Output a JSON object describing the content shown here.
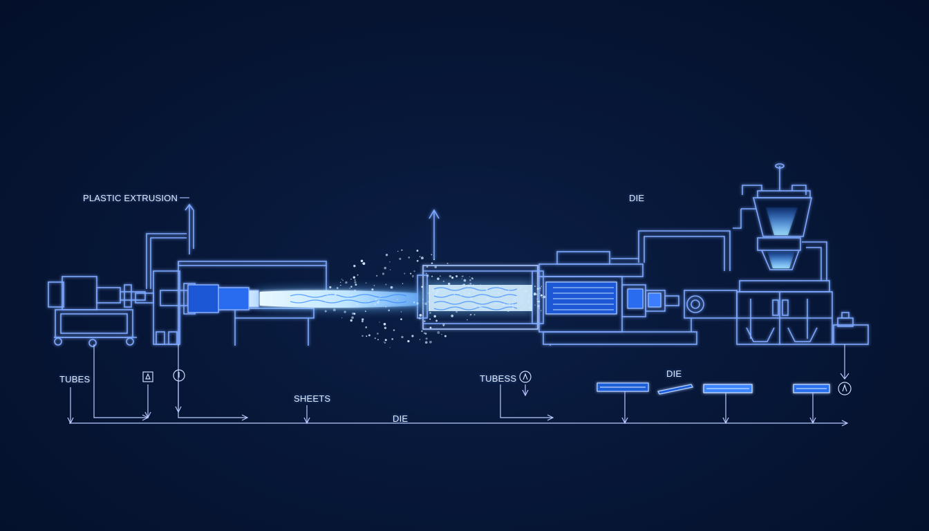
{
  "labels": {
    "title": "PLASTIC EXTRUSION",
    "die_top": "DIE",
    "tubes_left": "TUBES",
    "sheets": "SHEETS",
    "die_bottom": "DIE",
    "tubess": "TUBESS",
    "die_right": "DIE"
  },
  "icons": [
    "triangle-marker-icon",
    "gauge-icon",
    "person-icon",
    "person-icon-2"
  ],
  "colors": {
    "background": "#061431",
    "line": "#6f9cff",
    "glow": "#8fd0ff",
    "stream_core": "#e9f8ff",
    "accent_blue": "#2d7bff"
  }
}
